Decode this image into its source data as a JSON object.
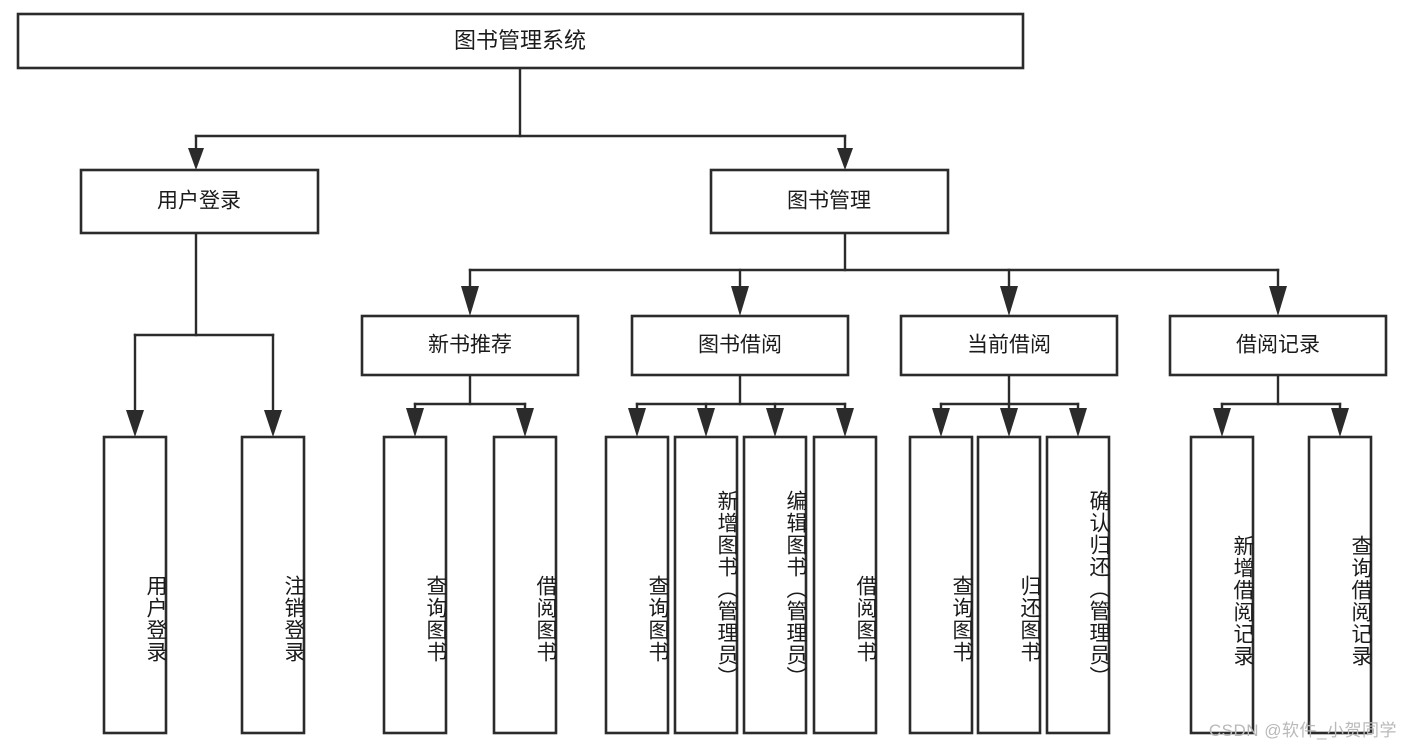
{
  "diagram": {
    "type": "tree-hierarchy",
    "title": "图书管理系统",
    "watermark": "CSDN @软件_小贺同学",
    "colors": {
      "stroke": "#2b2b2b",
      "fill": "#ffffff",
      "text": "#1b1b1b",
      "watermark": "#b9b9b9"
    },
    "root": {
      "label": "图书管理系统"
    },
    "level1": [
      {
        "label": "用户登录"
      },
      {
        "label": "图书管理"
      }
    ],
    "level2": [
      {
        "label": "新书推荐"
      },
      {
        "label": "图书借阅"
      },
      {
        "label": "当前借阅"
      },
      {
        "label": "借阅记录"
      }
    ],
    "leaves": {
      "user_login": [
        {
          "label": "用户登录"
        },
        {
          "label": "注销登录"
        }
      ],
      "new_books": [
        {
          "label": "查询图书"
        },
        {
          "label": "借阅图书"
        }
      ],
      "book_borrow": [
        {
          "label": "查询图书"
        },
        {
          "label": "新增图书（管理员）"
        },
        {
          "label": "编辑图书（管理员）"
        },
        {
          "label": "借阅图书"
        }
      ],
      "current_borrow": [
        {
          "label": "查询图书"
        },
        {
          "label": "归还图书"
        },
        {
          "label": "确认归还（管理员）"
        }
      ],
      "borrow_records": [
        {
          "label": "新增借阅记录"
        },
        {
          "label": "查询借阅记录"
        }
      ]
    }
  }
}
